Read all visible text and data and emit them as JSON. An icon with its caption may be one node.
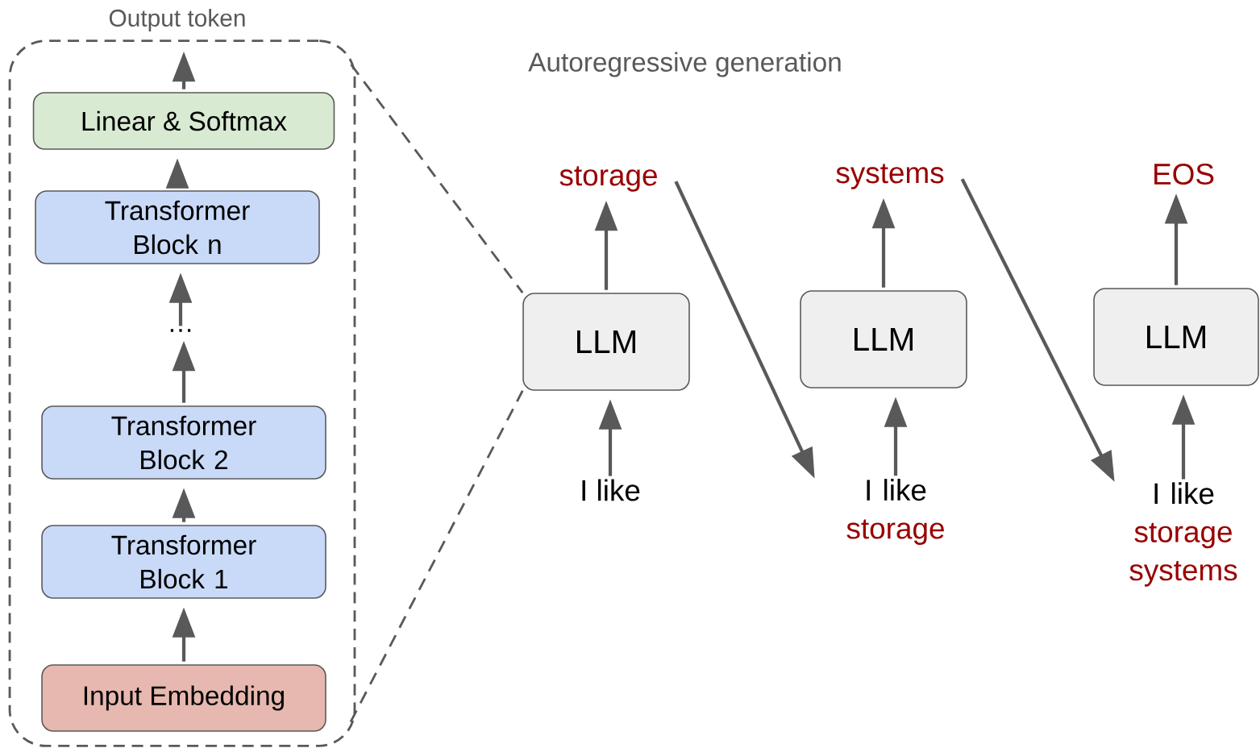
{
  "diagram": {
    "title": "Autoregressive generation",
    "nodes": [
      {
        "text": [
          "Output token"
        ]
      },
      {
        "text": [],
        "shape": "box"
      },
      {
        "text": [
          "Linear & Softmax"
        ],
        "in": 1
      },
      {
        "text": [
          "Transformer Block n"
        ],
        "in": 1
      },
      {
        "text": [
          "…"
        ],
        "in": 1
      },
      {
        "text": [
          "Transformer Block 2"
        ],
        "in": 1
      },
      {
        "text": [
          "Transformer Block 1"
        ],
        "in": 1
      },
      {
        "text": [
          "Input Embedding"
        ],
        "in": 1
      },
      {
        "text": [
          "LLM"
        ]
      },
      {
        "text": [
          "storage"
        ]
      },
      {
        "text": [
          "I like"
        ]
      },
      {
        "text": [
          "LLM"
        ]
      },
      {
        "text": [
          "systems"
        ]
      },
      {
        "text": [
          "I like",
          "storage"
        ]
      },
      {
        "text": [
          "LLM"
        ]
      },
      {
        "text": [
          "EOS"
        ]
      },
      {
        "text": [
          "I like",
          "storage systems"
        ]
      }
    ],
    "edges": [
      {
        "from": 7,
        "to": 6,
        "arrow": "to"
      },
      {
        "from": 6,
        "to": 5,
        "arrow": "to"
      },
      {
        "from": 5,
        "to": 4,
        "arrow": "to"
      },
      {
        "from": 4,
        "to": 3,
        "arrow": "to"
      },
      {
        "from": 3,
        "to": 2,
        "arrow": "to"
      },
      {
        "from": 2,
        "to": 0,
        "arrow": "to"
      },
      {
        "from": 1,
        "to": 8,
        "arrow": "none",
        "style": "dashed"
      },
      {
        "from": 1,
        "to": 8,
        "arrow": "none",
        "style": "dashed"
      },
      {
        "from": 10,
        "to": 8,
        "arrow": "to"
      },
      {
        "from": 8,
        "to": 9,
        "arrow": "to"
      },
      {
        "from": 9,
        "to": 13,
        "arrow": "to"
      },
      {
        "from": 13,
        "to": 11,
        "arrow": "to"
      },
      {
        "from": 11,
        "to": 12,
        "arrow": "to"
      },
      {
        "from": 12,
        "to": 16,
        "arrow": "to"
      },
      {
        "from": 16,
        "to": 14,
        "arrow": "to"
      },
      {
        "from": 14,
        "to": 15,
        "arrow": "to"
      }
    ]
  }
}
